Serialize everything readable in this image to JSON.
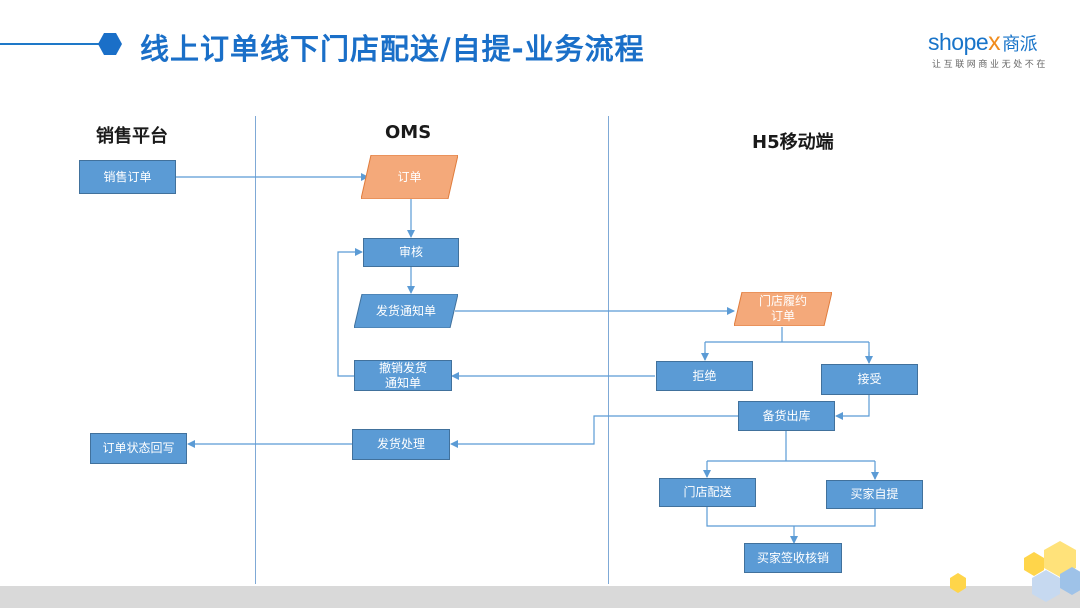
{
  "header": {
    "title": "线上订单线下门店配送/自提-业务流程",
    "accent_color": "#1a6fc8"
  },
  "logo": {
    "brand_prefix": "shope",
    "brand_x": "x",
    "brand_cn": "商派",
    "slogan": "让互联网商业无处不在"
  },
  "lanes": {
    "sales": "销售平台",
    "oms": "OMS",
    "h5": "H5移动端"
  },
  "nodes": {
    "sales_order": "销售订单",
    "order": "订单",
    "review": "审核",
    "ship_notice": "发货通知单",
    "cancel_notice_1": "撤销发货",
    "cancel_notice_2": "通知单",
    "ship_process": "发货处理",
    "order_status_back": "订单状态回写",
    "store_fulfill_1": "门店履约",
    "store_fulfill_2": "订单",
    "reject": "拒绝",
    "accept": "接受",
    "stock_out": "备货出库",
    "store_delivery": "门店配送",
    "buyer_pickup": "买家自提",
    "buyer_sign": "买家签收核销"
  },
  "colors": {
    "process_fill": "#5b9bd5",
    "io_blue_fill": "#5b9bd5",
    "io_orange_fill": "#f4a97a",
    "connector": "#5b9bd5"
  }
}
